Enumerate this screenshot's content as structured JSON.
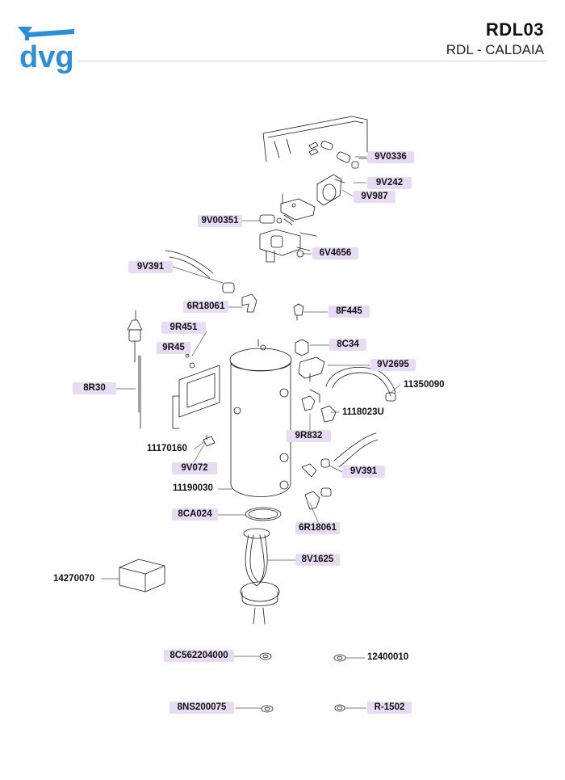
{
  "header": {
    "code": "RDL03",
    "subtitle": "RDL - CALDAIA",
    "logo_text": "dvg",
    "brand_color": "#2a8fd6",
    "rule_color": "#d6d6d6"
  },
  "parts": {
    "p_9V0336": "9V0336",
    "p_9V242": "9V242",
    "p_9V987": "9V987",
    "p_9V00351": "9V00351",
    "p_6V4656": "6V4656",
    "p_9V391_top": "9V391",
    "p_6R18061_top": "6R18061",
    "p_8F445": "8F445",
    "p_9R451": "9R451",
    "p_9R45": "9R45",
    "p_8C34": "8C34",
    "p_9V2695": "9V2695",
    "p_8R30": "8R30",
    "p_11350090": "11350090",
    "p_1118023U": "1118023U",
    "p_9R832": "9R832",
    "p_11170160": "11170160",
    "p_9V072": "9V072",
    "p_9V391_bottom": "9V391",
    "p_11190030": "11190030",
    "p_8CA024": "8CA024",
    "p_6R18061_bottom": "6R18061",
    "p_8V1625": "8V1625",
    "p_14270070": "14270070",
    "p_8C562204000": "8C562204000",
    "p_12400010": "12400010",
    "p_8NS200075": "8NS200075",
    "p_R1502": "R-1502"
  },
  "colors": {
    "label_highlight": "#e7dcf4",
    "line": "#1a1a1a"
  }
}
